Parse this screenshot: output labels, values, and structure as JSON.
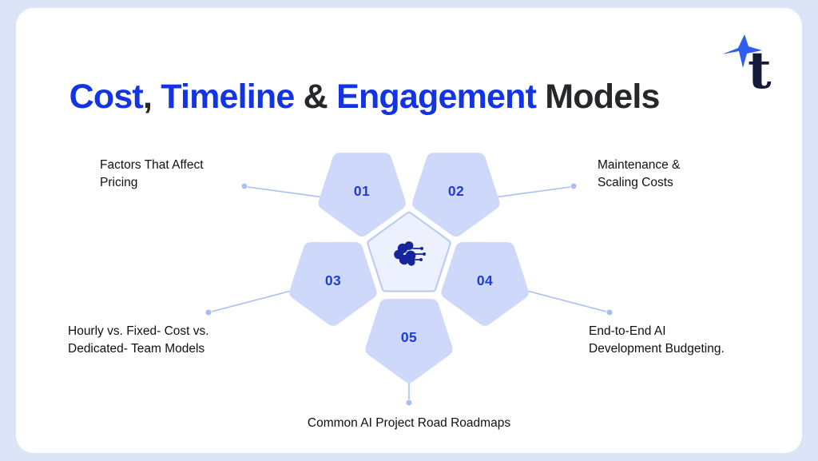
{
  "title": {
    "part_cost": "Cost",
    "comma": ", ",
    "part_timeline": "Timeline ",
    "ampersand": "& ",
    "part_engagement": "Engagement",
    "part_models": " Models"
  },
  "logo": {
    "letter": "t"
  },
  "colors": {
    "accent_blue": "#1334e3",
    "title_dark": "#26272b",
    "pentagon_fill": "#cdd8fa",
    "center_pentagon_fill": "#ecf1fd",
    "center_pentagon_border": "#bac9f4",
    "number_blue": "#1d3cd8",
    "connector_blue": "#aabef2",
    "frame_background": "#dce4f7",
    "icon_navy": "#16269a"
  },
  "diagram": {
    "center_icon": "brain-circuit-icon",
    "nodes": [
      {
        "number": "01",
        "lines": [
          "Factors That Affect",
          "Pricing"
        ]
      },
      {
        "number": "02",
        "lines": [
          "Maintenance &",
          "Scaling Costs"
        ]
      },
      {
        "number": "03",
        "lines": [
          "Hourly vs. Fixed- Cost vs.",
          "Dedicated- Team Models"
        ]
      },
      {
        "number": "04",
        "lines": [
          "End-to-End AI",
          "Development Budgeting."
        ]
      },
      {
        "number": "05",
        "lines": [
          "Common AI Project Road Roadmaps"
        ]
      }
    ]
  }
}
